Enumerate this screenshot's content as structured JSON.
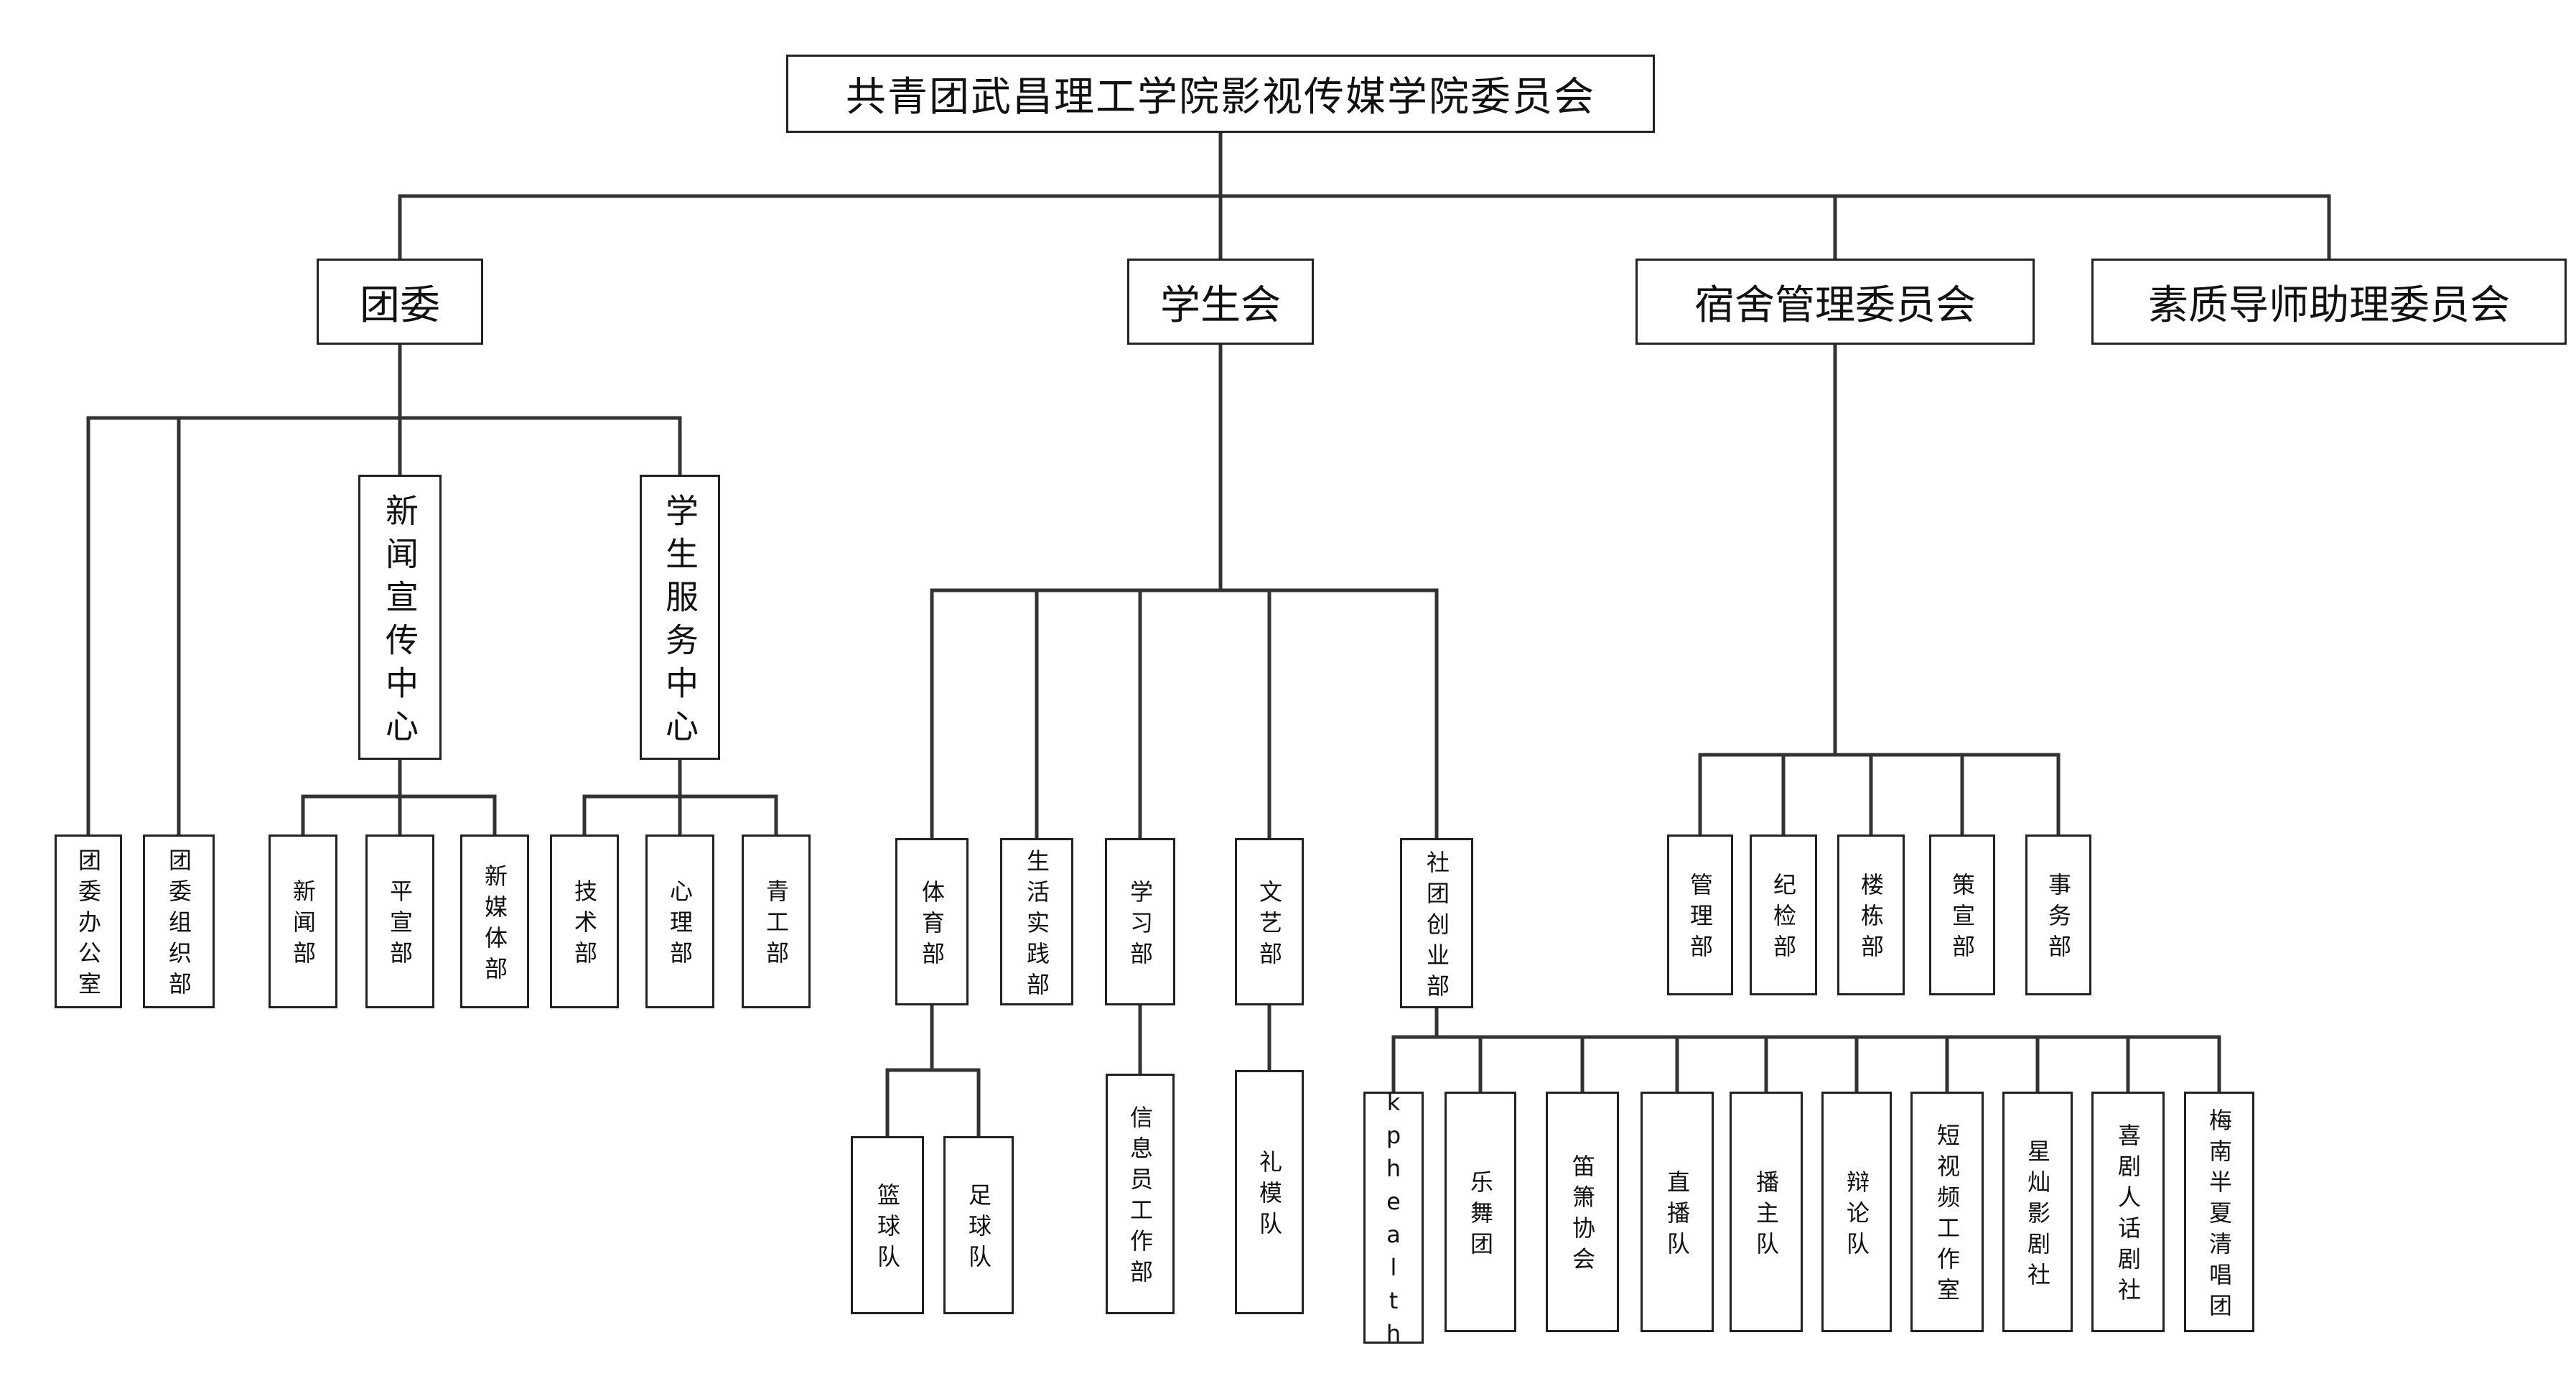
{
  "title": "共青团武昌理工学院影视传媒学院委员会",
  "youth_league": {
    "label": "团委",
    "units": [
      "团委办公室",
      "团委组织部"
    ],
    "centers": [
      {
        "label": "新闻宣传中心",
        "departments": [
          "新闻部",
          "平宣部",
          "新媒体部"
        ]
      },
      {
        "label": "学生服务中心",
        "departments": [
          "技术部",
          "心理部",
          "青工部"
        ]
      }
    ]
  },
  "student_union": {
    "label": "学生会",
    "departments": [
      {
        "label": "体育部",
        "children": [
          "篮球队",
          "足球队"
        ]
      },
      {
        "label": "生活实践部"
      },
      {
        "label": "学习部",
        "children": [
          "信息员工作部"
        ]
      },
      {
        "label": "文艺部",
        "children": [
          "礼模队"
        ]
      },
      {
        "label": "社团创业部",
        "children": [
          "kphealth",
          "乐舞团",
          "笛箫协会",
          "直播队",
          "播主队",
          "辩论队",
          "短视频工作室",
          "星灿影剧社",
          "喜剧人话剧社",
          "梅南半夏清唱团"
        ]
      }
    ]
  },
  "dorm_committee": {
    "label": "宿舍管理委员会",
    "departments": [
      "管理部",
      "纪检部",
      "楼栋部",
      "策宣部",
      "事务部"
    ]
  },
  "mentor_assistant_committee": {
    "label": "素质导师助理委员会"
  },
  "colors": {
    "line": "#333333",
    "border": "#222222",
    "text": "#111111",
    "background": "#ffffff"
  }
}
